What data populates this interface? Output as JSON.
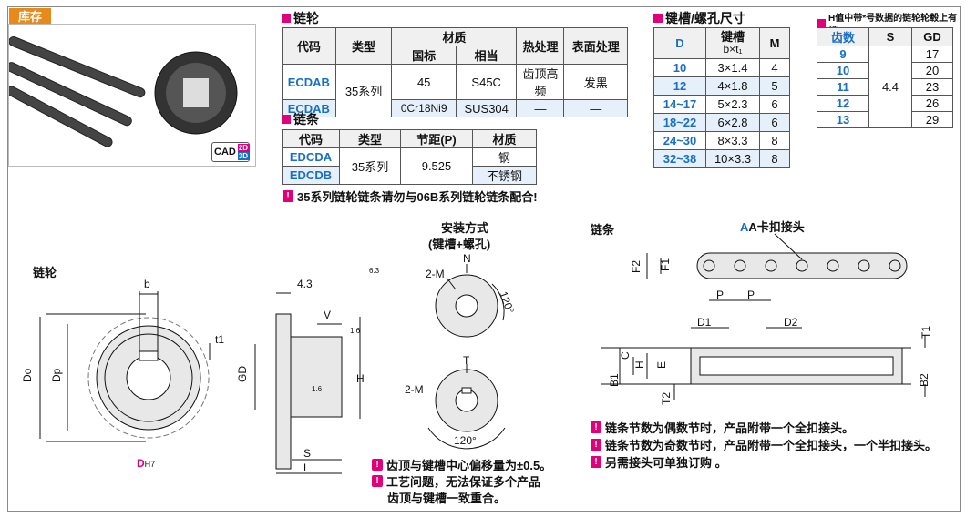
{
  "stock_tag": "库存",
  "cad": {
    "label": "CAD",
    "d2": "2D",
    "d3": "3D"
  },
  "sprocket_section": {
    "title": "链轮"
  },
  "sprocket_table": {
    "h_code": "代码",
    "h_type": "类型",
    "h_material": "材质",
    "h_gb": "国标",
    "h_equiv": "相当",
    "h_heat": "热处理",
    "h_surface": "表面处理",
    "rows": [
      {
        "code": "ECDAB",
        "gb": "45",
        "equiv": "S45C",
        "heat": "齿顶高频",
        "surface": "发黑"
      },
      {
        "code": "ECDAB",
        "gb": "0Cr18Ni9",
        "equiv": "SUS304",
        "heat": "—",
        "surface": "—"
      }
    ],
    "type": "35系列"
  },
  "chain_section": {
    "title": "链条"
  },
  "chain_table": {
    "h_code": "代码",
    "h_type": "类型",
    "h_pitch": "节距(P)",
    "h_material": "材质",
    "rows": [
      {
        "code": "EDCDA",
        "material": "钢"
      },
      {
        "code": "EDCDB",
        "material": "不锈钢"
      }
    ],
    "type": "35系列",
    "pitch": "9.525"
  },
  "keyway_section": {
    "title": "键槽/螺孔尺寸"
  },
  "keyway_table": {
    "h_d": "D",
    "h_slot": "键槽",
    "h_slot_sub": "b×t₁",
    "h_m": "M",
    "rows": [
      {
        "d": "10",
        "bt": "3×1.4",
        "m": "4"
      },
      {
        "d": "12",
        "bt": "4×1.8",
        "m": "5"
      },
      {
        "d": "14~17",
        "bt": "5×2.3",
        "m": "6"
      },
      {
        "d": "18~22",
        "bt": "6×2.8",
        "m": "6"
      },
      {
        "d": "24~30",
        "bt": "8×3.3",
        "m": "8"
      },
      {
        "d": "32~38",
        "bt": "10×3.3",
        "m": "8"
      }
    ]
  },
  "teeth_section": {
    "title": "H值中带*号数据的链轮轮毂上有槽"
  },
  "teeth_table": {
    "h_teeth": "齿数",
    "h_s": "S",
    "h_gd": "GD",
    "rows": [
      {
        "n": "9",
        "gd": "17"
      },
      {
        "n": "10",
        "gd": "20"
      },
      {
        "n": "11",
        "gd": "23"
      },
      {
        "n": "12",
        "gd": "26"
      },
      {
        "n": "13",
        "gd": "29"
      }
    ],
    "s": "4.4"
  },
  "note_compat": "35系列链轮链条请勿与06B系列链轮链条配合!",
  "drawing": {
    "sprocket_label": "链轮",
    "mount_title": "安装方式",
    "mount_sub": "(键槽+螺孔)",
    "chain_label": "链条",
    "clip_label": "A卡扣接头",
    "dims": {
      "b": "b",
      "t1": "t1",
      "do": "Do",
      "dp": "Dp",
      "dh7": "D",
      "h7": "H7",
      "w43": "4.3",
      "v": "V",
      "h": "H",
      "gd": "GD",
      "s": "S",
      "l": "L",
      "r16a": "1.6",
      "r16b": "1.6",
      "r63": "6.3",
      "n": "N",
      "m2a": "2-M",
      "a120a": "120°",
      "t": "T",
      "m2b": "2-M",
      "a120b": "120°",
      "f2": "F2",
      "f1": "F1",
      "p1": "P",
      "p2": "P",
      "d1": "D1",
      "d2": "D2",
      "c": "C",
      "hh": "H",
      "e": "E",
      "b1": "B1",
      "b2": "B2",
      "t1c": "T1",
      "t2": "T2",
      "a": "A"
    }
  },
  "notes_sprocket": [
    "齿顶与键槽中心偏移量为±0.5。",
    "工艺问题，无法保证多个产品",
    "齿顶与键槽一致重合。"
  ],
  "notes_chain": [
    "链条节数为偶数节时，产品附带一个全扣接头。",
    "链条节数为奇数节时，产品附带一个全扣接头，一个半扣接头。",
    "另需接头可单独订购 。"
  ],
  "colors": {
    "accent": "#e0007a",
    "code_blue": "#1a6fc4",
    "stock_orange": "#e88a1a"
  }
}
